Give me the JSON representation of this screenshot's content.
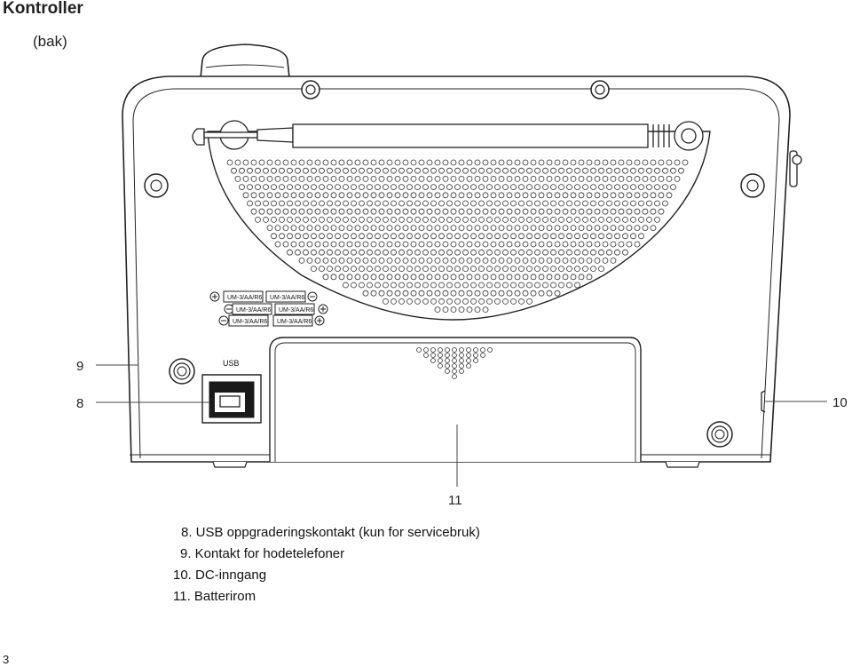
{
  "page": {
    "title": "Kontroller",
    "subtitle": "(bak)",
    "page_number": "3"
  },
  "diagram": {
    "usb_label": "USB",
    "battery_label": "UM-3/AA/R6",
    "callouts": {
      "c8": "8",
      "c9": "9",
      "c10": "10",
      "c11": "11"
    }
  },
  "legend": {
    "item8": "8.  USB oppgraderingskontakt (kun for servicebruk)",
    "item9": "9.  Kontakt for hodetelefoner",
    "item10": "10.  DC-inngang",
    "item11": "11.  Batterirom"
  }
}
